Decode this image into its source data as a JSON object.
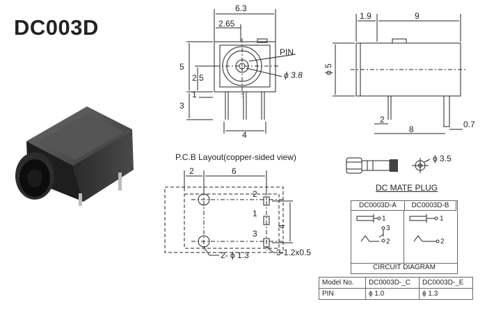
{
  "model_title": "DC003D",
  "front_view": {
    "dim_top_width": "6.3",
    "dim_top_offset": "2.65",
    "label_pin": "PIN",
    "dim_hole": "ϕ 3.8",
    "dim_left_height": "5",
    "dim_left_mid": "2.5",
    "dim_left_small": "1",
    "dim_pin_length": "3",
    "dim_bottom_span": "4"
  },
  "side_view": {
    "dim_front": "1.9",
    "dim_body": "9",
    "dim_diameter": "ϕ 5",
    "dim_pin_offset": "2",
    "dim_pin_span": "8",
    "dim_pin_width": "0.7"
  },
  "pcb_layout": {
    "heading": "P.C.B Layout(copper-sided view)",
    "dim_left": "2",
    "dim_spacing": "6",
    "dim_height": "4",
    "pin_labels": [
      "2",
      "1",
      "3"
    ],
    "hole_callout": "2- ϕ 1.3",
    "slot_callout": "3-1.2x0.5"
  },
  "mate_plug": {
    "dim": "ϕ 3.5",
    "caption": "DC MATE PLUG"
  },
  "circuit": {
    "col_a": "DC0003D-A",
    "col_b": "DC0003D-B",
    "pins_a": [
      "1",
      "3",
      "2"
    ],
    "pins_b": [
      "1",
      "2"
    ],
    "caption": "CIRCUIT DIAGRAM"
  },
  "model_table": {
    "headers": [
      "Model No.",
      "DC0003D-_C",
      "DC0003D-_E"
    ],
    "rows": [
      [
        "PIN",
        "ϕ 1.0",
        "ϕ 1.3"
      ]
    ]
  }
}
